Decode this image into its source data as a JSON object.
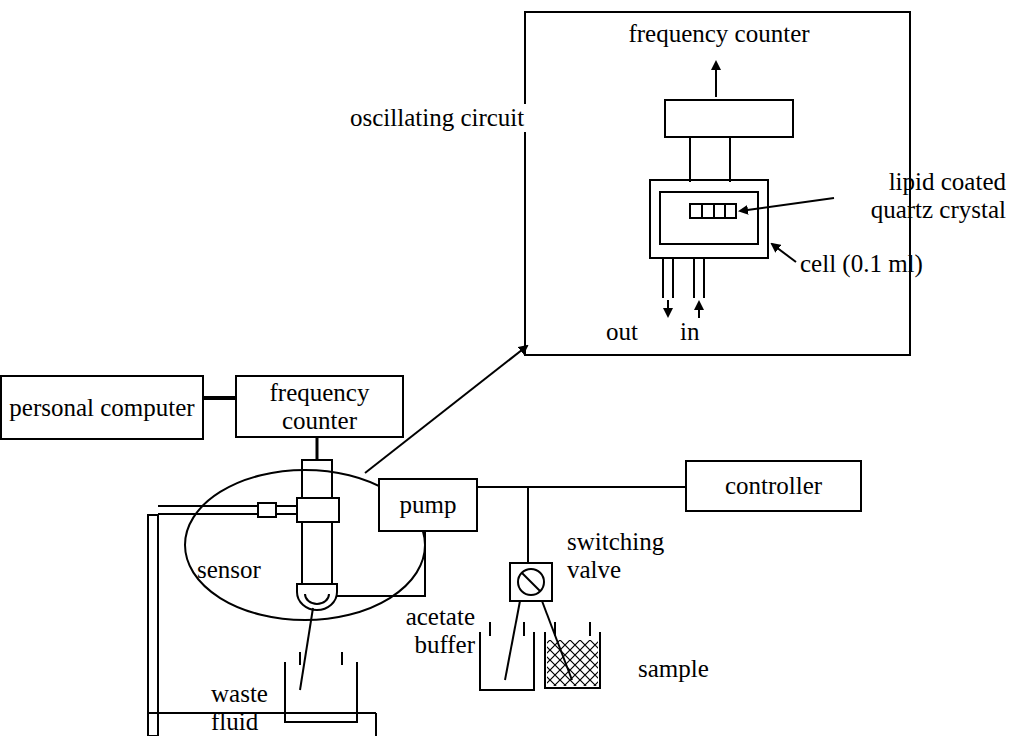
{
  "diagram": {
    "nodes": [
      {
        "text": [
          "personal computer"
        ]
      },
      {
        "text": [
          "frequency counter"
        ]
      },
      {
        "text": [
          "pump"
        ]
      },
      {
        "text": [
          "controller"
        ]
      }
    ],
    "edges": [
      {
        "from": 0,
        "to": 1,
        "arrow": "none"
      },
      {
        "from": 2,
        "to": 3,
        "arrow": "none"
      }
    ],
    "labels": [
      "frequency counter",
      "oscillating circuit",
      "lipid coated quartz crystal",
      "cell (0.1 ml)",
      "out",
      "in",
      "sensor",
      "switching valve",
      "waste fluid",
      "acetate buffer",
      "sample"
    ]
  }
}
